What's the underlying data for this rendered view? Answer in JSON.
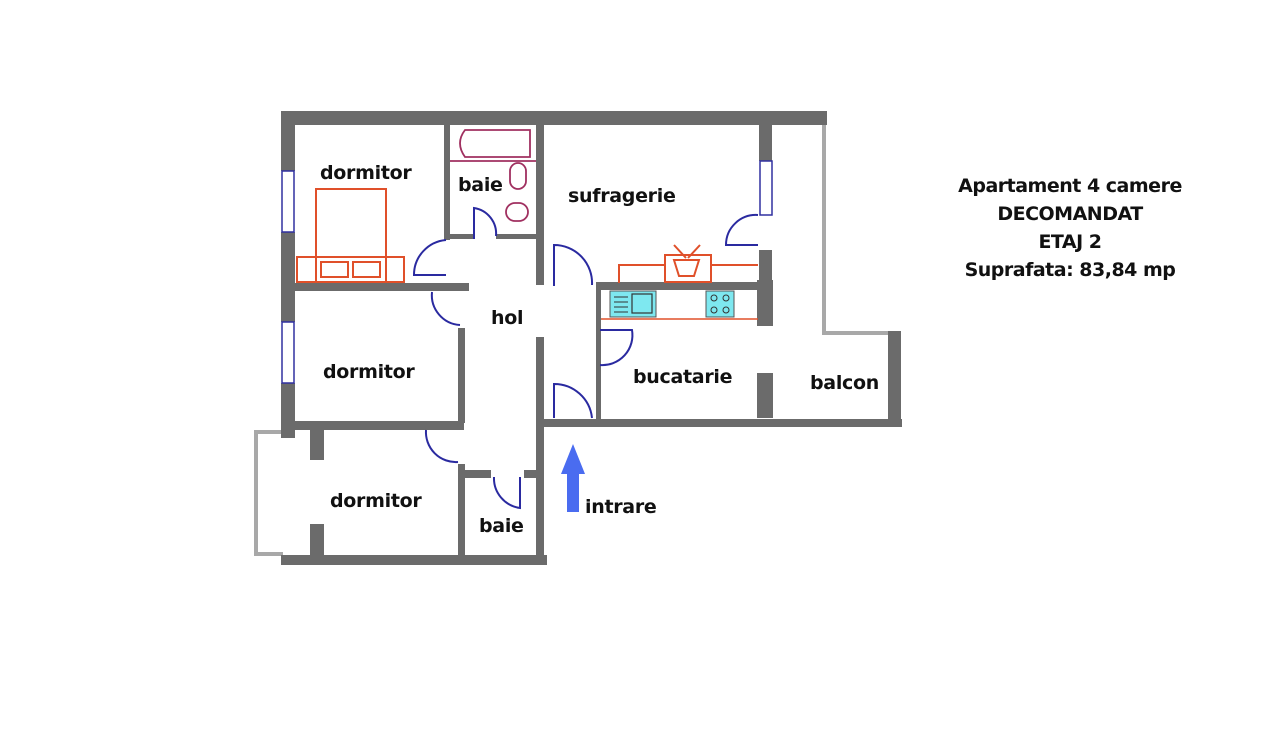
{
  "title": {
    "line1": "Apartament 4 camere",
    "line2": "DECOMANDAT",
    "line3": "ETAJ 2",
    "line4": "Suprafata: 83,84 mp"
  },
  "rooms": {
    "dormitor_1": "dormitor",
    "baie_1": "baie",
    "sufragerie": "sufragerie",
    "hol": "hol",
    "dormitor_2": "dormitor",
    "bucatarie": "bucatarie",
    "balcon": "balcon",
    "dormitor_3": "dormitor",
    "baie_2": "baie",
    "intrare": "intrare"
  },
  "colors": {
    "wall": "#6b6b6b",
    "door": "#2a2aa0",
    "furniture": "#e0502a",
    "sanitary": "#a03060",
    "kitchen": "#7ee8f0",
    "entry_arrow": "#4a6cf0",
    "balcony_rail": "#a8a8a8"
  }
}
